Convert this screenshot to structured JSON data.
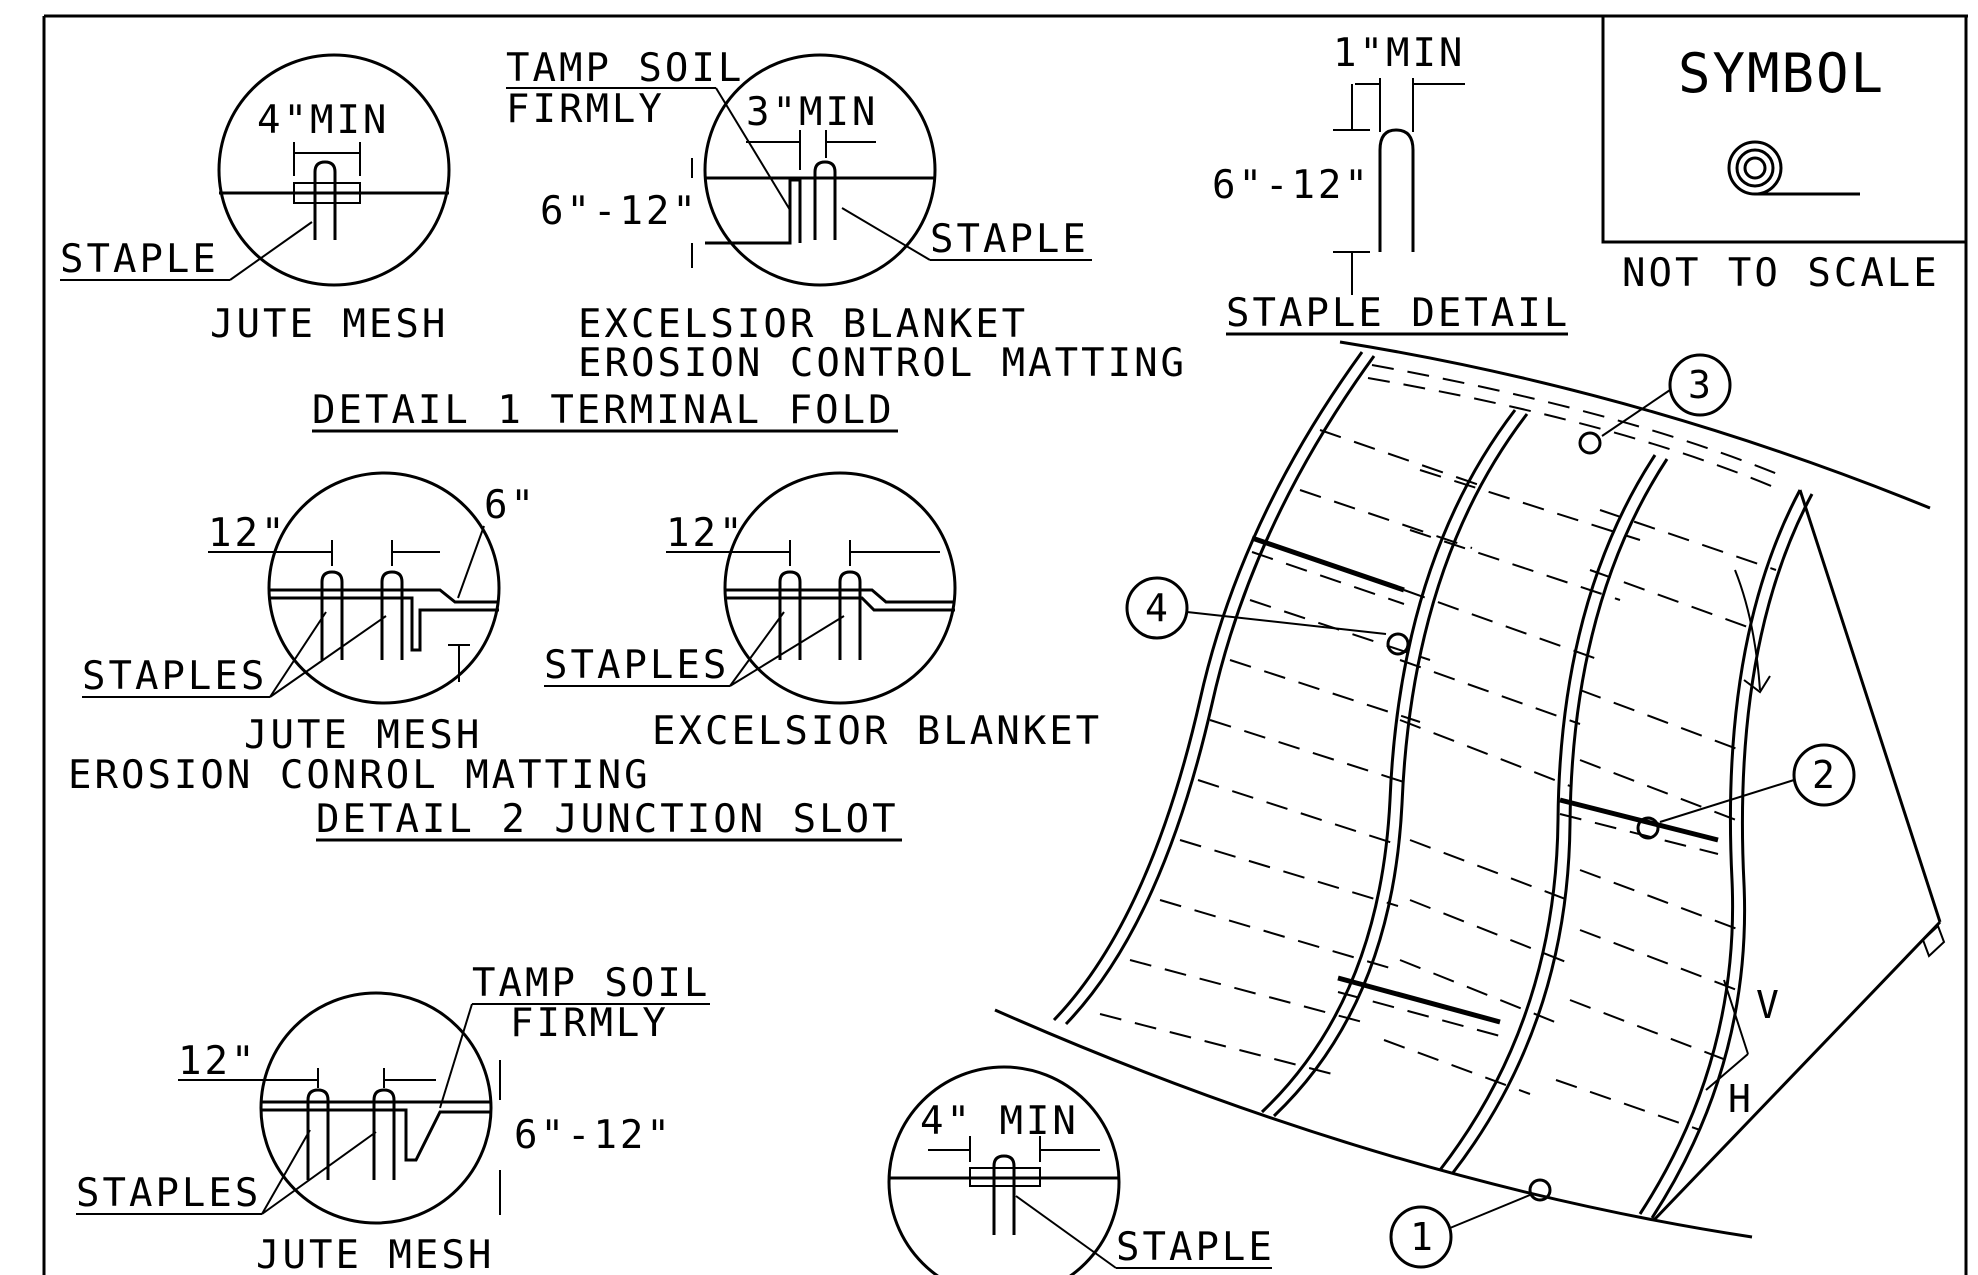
{
  "legend": {
    "symbol_label": "SYMBOL",
    "scale_note": "NOT TO SCALE"
  },
  "staple_detail": {
    "width_dim": "1\"MIN",
    "depth_dim": "6\"-12\"",
    "title": "STAPLE DETAIL"
  },
  "detail1": {
    "jute": {
      "dim": "4\"MIN",
      "staple": "STAPLE",
      "material": "JUTE MESH"
    },
    "excelsior": {
      "tamp_line1": "TAMP SOIL",
      "tamp_line2": "FIRMLY",
      "dim": "3\"MIN",
      "depth": "6\"-12\"",
      "staple": "STAPLE",
      "material_line1": "EXCELSIOR BLANKET",
      "material_line2": "EROSION CONTROL MATTING"
    },
    "title": "DETAIL 1 TERMINAL FOLD"
  },
  "detail2": {
    "left": {
      "overlap": "12\"",
      "depth": "6\"",
      "staples": "STAPLES",
      "material_line1": "JUTE MESH",
      "material_line2": "EROSION CONROL MATTING"
    },
    "right": {
      "overlap": "12\"",
      "staples": "STAPLES",
      "material": "EXCELSIOR BLANKET"
    },
    "title": "DETAIL 2 JUNCTION SLOT"
  },
  "detail3": {
    "overlap": "12\"",
    "tamp_line1": "TAMP SOIL",
    "tamp_line2": "FIRMLY",
    "depth": "6\"-12\"",
    "staples": "STAPLES",
    "material": "JUTE MESH"
  },
  "detail4": {
    "dim": "4\" MIN",
    "staple": "STAPLE"
  },
  "slope": {
    "callouts": [
      "1",
      "2",
      "3",
      "4"
    ],
    "ratio_v": "V",
    "ratio_h": "H"
  }
}
